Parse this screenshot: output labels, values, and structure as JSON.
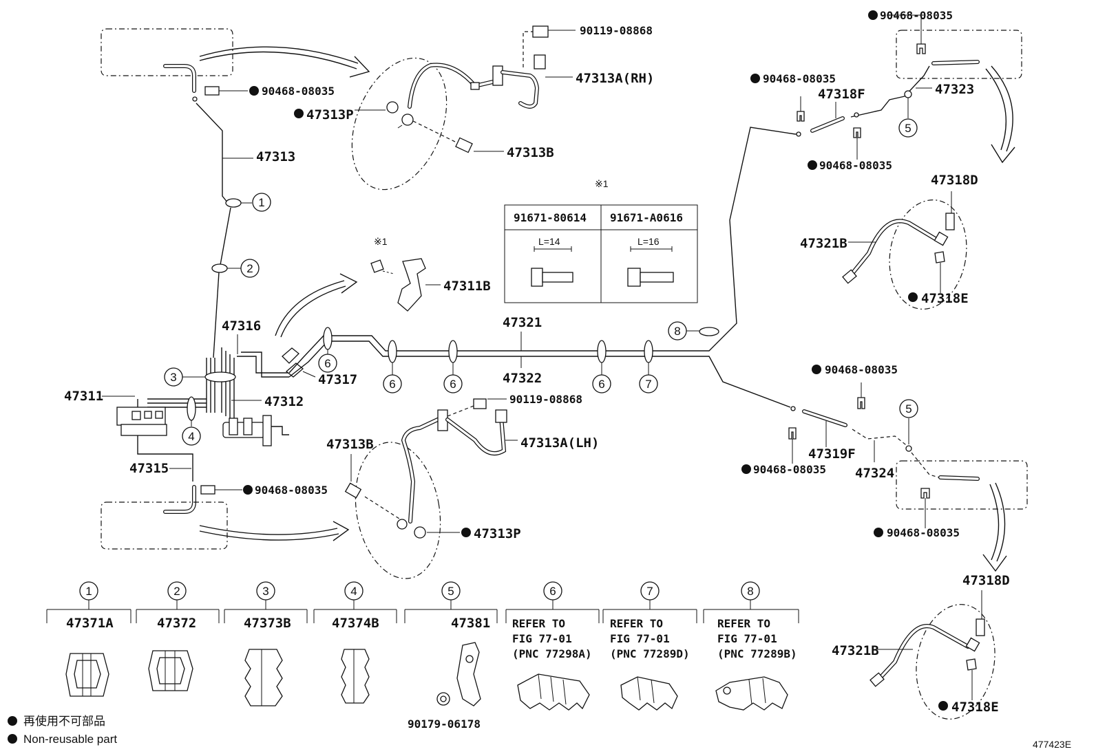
{
  "diagram_id": "477423E",
  "legend": {
    "line1": "再使用不可部品",
    "line2": "Non-reusable part"
  },
  "note_mark": "※1",
  "bolt_table": {
    "headers": [
      "91671-80614",
      "91671-A0616"
    ],
    "lengths": [
      "L=14",
      "L=16"
    ]
  },
  "labels": {
    "p90119_top": "90119-08868",
    "p47313A_rh": "47313A(RH)",
    "p47313P_top": "47313P",
    "p47313B_top": "47313B",
    "p90468_tl": "90468-08035",
    "p47313": "47313",
    "p47311B": "47311B",
    "p47316": "47316",
    "p47317": "47317",
    "p47311": "47311",
    "p47312": "47312",
    "p47315": "47315",
    "p90468_bl": "90468-08035",
    "p47313B_bot": "47313B",
    "p90119_bot": "90119-08868",
    "p47313A_lh": "47313A(LH)",
    "p47313P_bot": "47313P",
    "p47321": "47321",
    "p47322": "47322",
    "p90468_tr": "90468-08035",
    "p90468_r1": "90468-08035",
    "p47318F": "47318F",
    "p47323": "47323",
    "p90468_r2": "90468-08035",
    "p47318D_top": "47318D",
    "p47321B_top": "47321B",
    "p47318E_top": "47318E",
    "p90468_r3": "90468-08035",
    "p90468_r4": "90468-08035",
    "p47319F": "47319F",
    "p47324": "47324",
    "p90468_r5": "90468-08035",
    "p47318D_bot": "47318D",
    "p47321B_bot": "47321B",
    "p47318E_bot": "47318E"
  },
  "circle_numbers": {
    "c1": "1",
    "c2": "2",
    "c3": "3",
    "c4": "4",
    "c5a": "5",
    "c5b": "5",
    "c6a": "6",
    "c6b": "6",
    "c6c": "6",
    "c6d": "6",
    "c7": "7",
    "c8": "8"
  },
  "clamp_legend": [
    {
      "num": "1",
      "part": "47371A"
    },
    {
      "num": "2",
      "part": "47372"
    },
    {
      "num": "3",
      "part": "47373B"
    },
    {
      "num": "4",
      "part": "47374B"
    },
    {
      "num": "5",
      "part": "47381",
      "sub": "90179-06178"
    },
    {
      "num": "6",
      "refer": [
        "REFER TO",
        "FIG 77-01",
        "(PNC 77298A)"
      ]
    },
    {
      "num": "7",
      "refer": [
        "REFER TO",
        "FIG 77-01",
        "(PNC 77289D)"
      ]
    },
    {
      "num": "8",
      "refer": [
        "REFER TO",
        "FIG 77-01",
        "(PNC 77289B)"
      ]
    }
  ]
}
